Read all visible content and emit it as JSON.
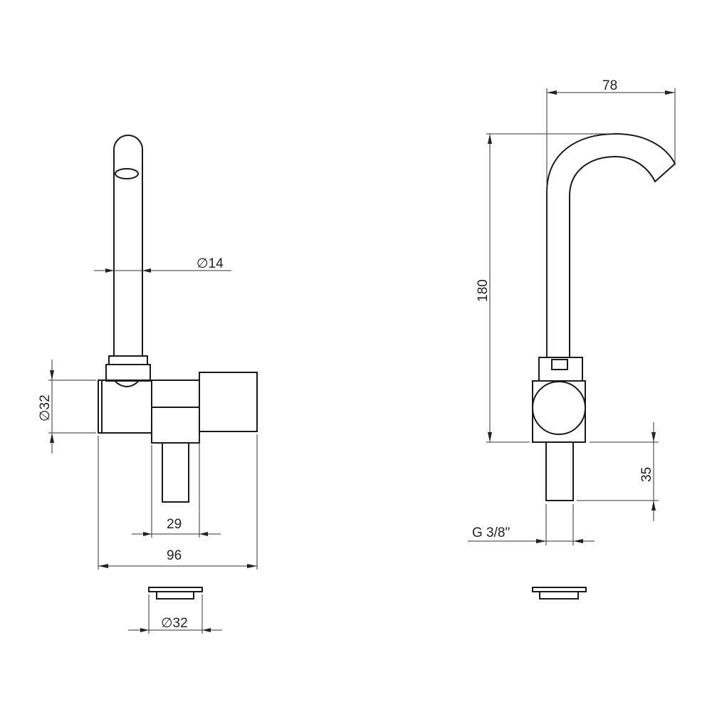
{
  "front_view": {
    "spout_diameter": "∅14",
    "body_diameter": "∅32",
    "block_width": "29",
    "overall_width": "96",
    "base_diameter": "∅32"
  },
  "side_view": {
    "reach": "78",
    "height": "180",
    "shank_length": "35",
    "thread": "G 3/8\""
  },
  "colors": {
    "line": "#1a1a1a",
    "background": "#ffffff"
  }
}
